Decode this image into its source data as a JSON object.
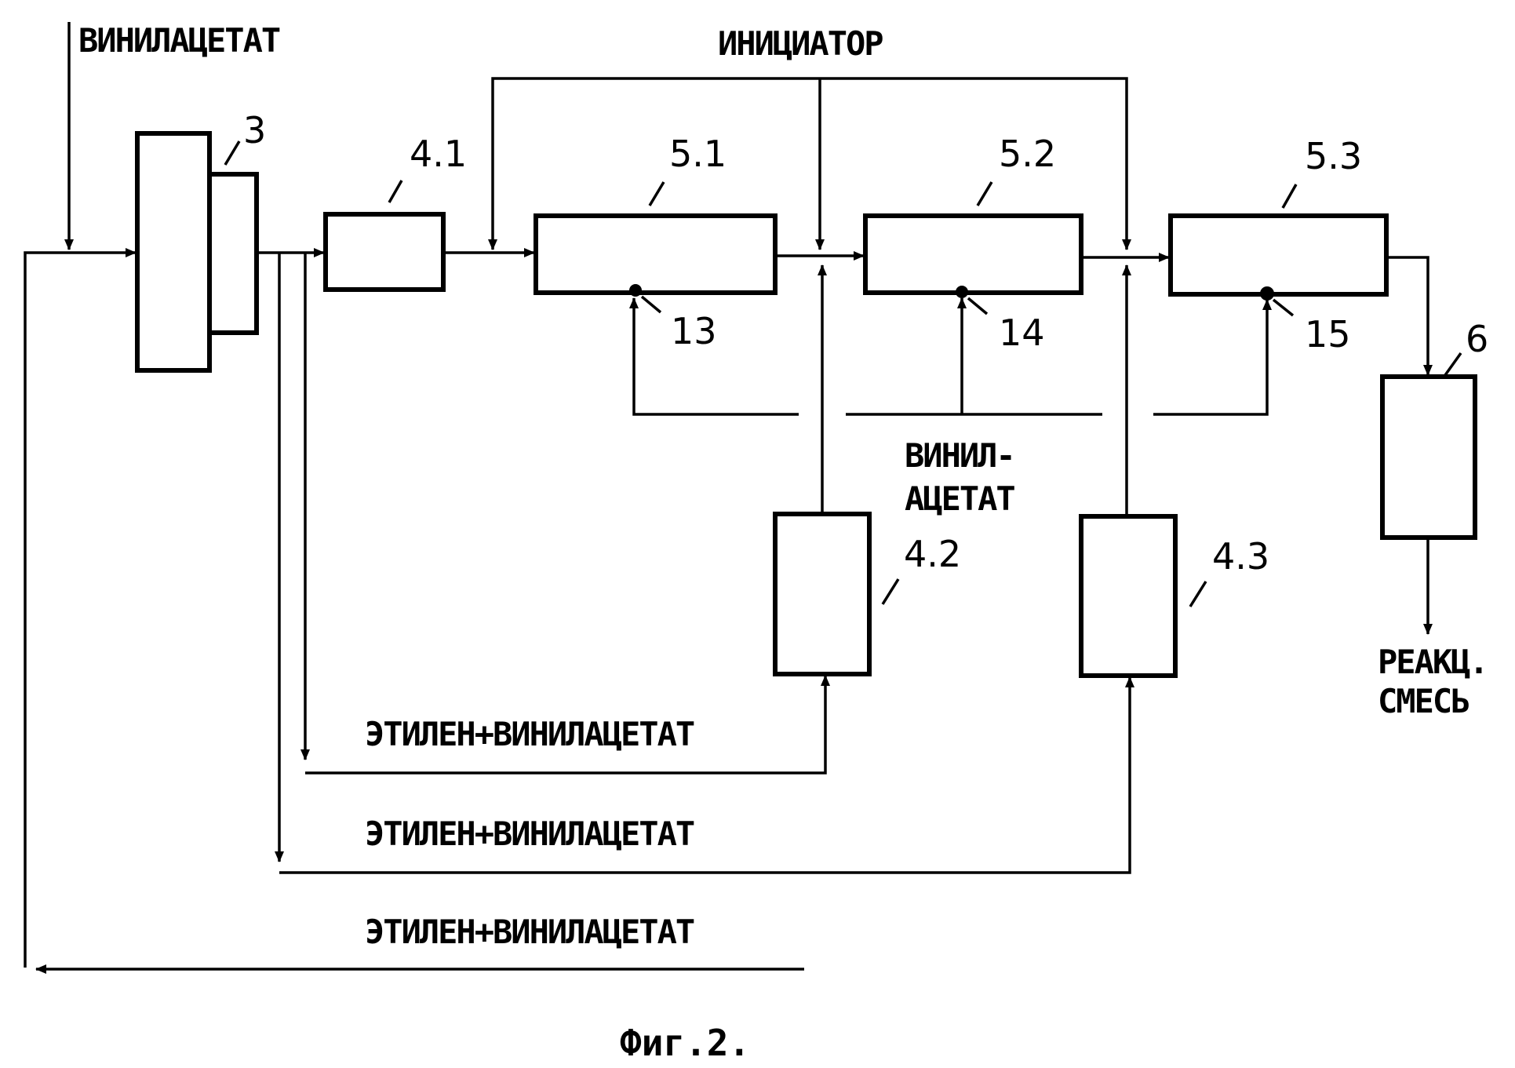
{
  "labels": {
    "vinyl_acetate_feed": "ВИНИЛАЦЕТАТ",
    "initiator": "ИНИЦИАТОР",
    "vinyl_acetate_side_1": "ВИНИЛ-",
    "vinyl_acetate_side_2": "АЦЕТАТ",
    "ethylene_va_1": "ЭТИЛЕН+ВИНИЛАЦЕТАТ",
    "ethylene_va_2": "ЭТИЛЕН+ВИНИЛАЦЕТАТ",
    "ethylene_va_3": "ЭТИЛЕН+ВИНИЛАЦЕТАТ",
    "reaction_mix_1": "РЕАКЦ.",
    "reaction_mix_2": "СМЕСЬ",
    "caption": "Фиг.2."
  },
  "numbers": {
    "n3": "3",
    "n41": "4.1",
    "n42": "4.2",
    "n43": "4.3",
    "n51": "5.1",
    "n52": "5.2",
    "n53": "5.3",
    "n6": "6",
    "n13": "13",
    "n14": "14",
    "n15": "15"
  }
}
